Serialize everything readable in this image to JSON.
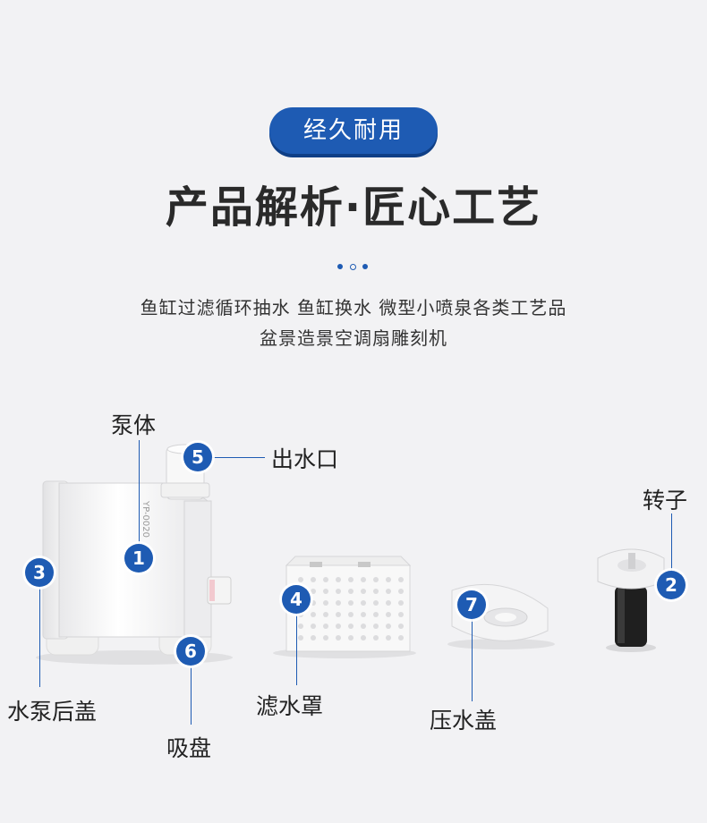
{
  "badge": "经久耐用",
  "headline": "产品解析·匠心工艺",
  "description": {
    "line1": "鱼缸过滤循环抽水 鱼缸换水 微型小喷泉各类工艺品",
    "line2": "盆景造景空调扇雕刻机"
  },
  "pump_printed_text": "YP-0020",
  "parts": [
    {
      "number": "1",
      "label": "泵体"
    },
    {
      "number": "2",
      "label": "转子"
    },
    {
      "number": "3",
      "label": "水泵后盖"
    },
    {
      "number": "4",
      "label": "滤水罩"
    },
    {
      "number": "5",
      "label": "出水口"
    },
    {
      "number": "6",
      "label": "吸盘"
    },
    {
      "number": "7",
      "label": "压水盖"
    }
  ],
  "colors": {
    "accent": "#1e5bb3",
    "background": "#f2f2f4"
  }
}
